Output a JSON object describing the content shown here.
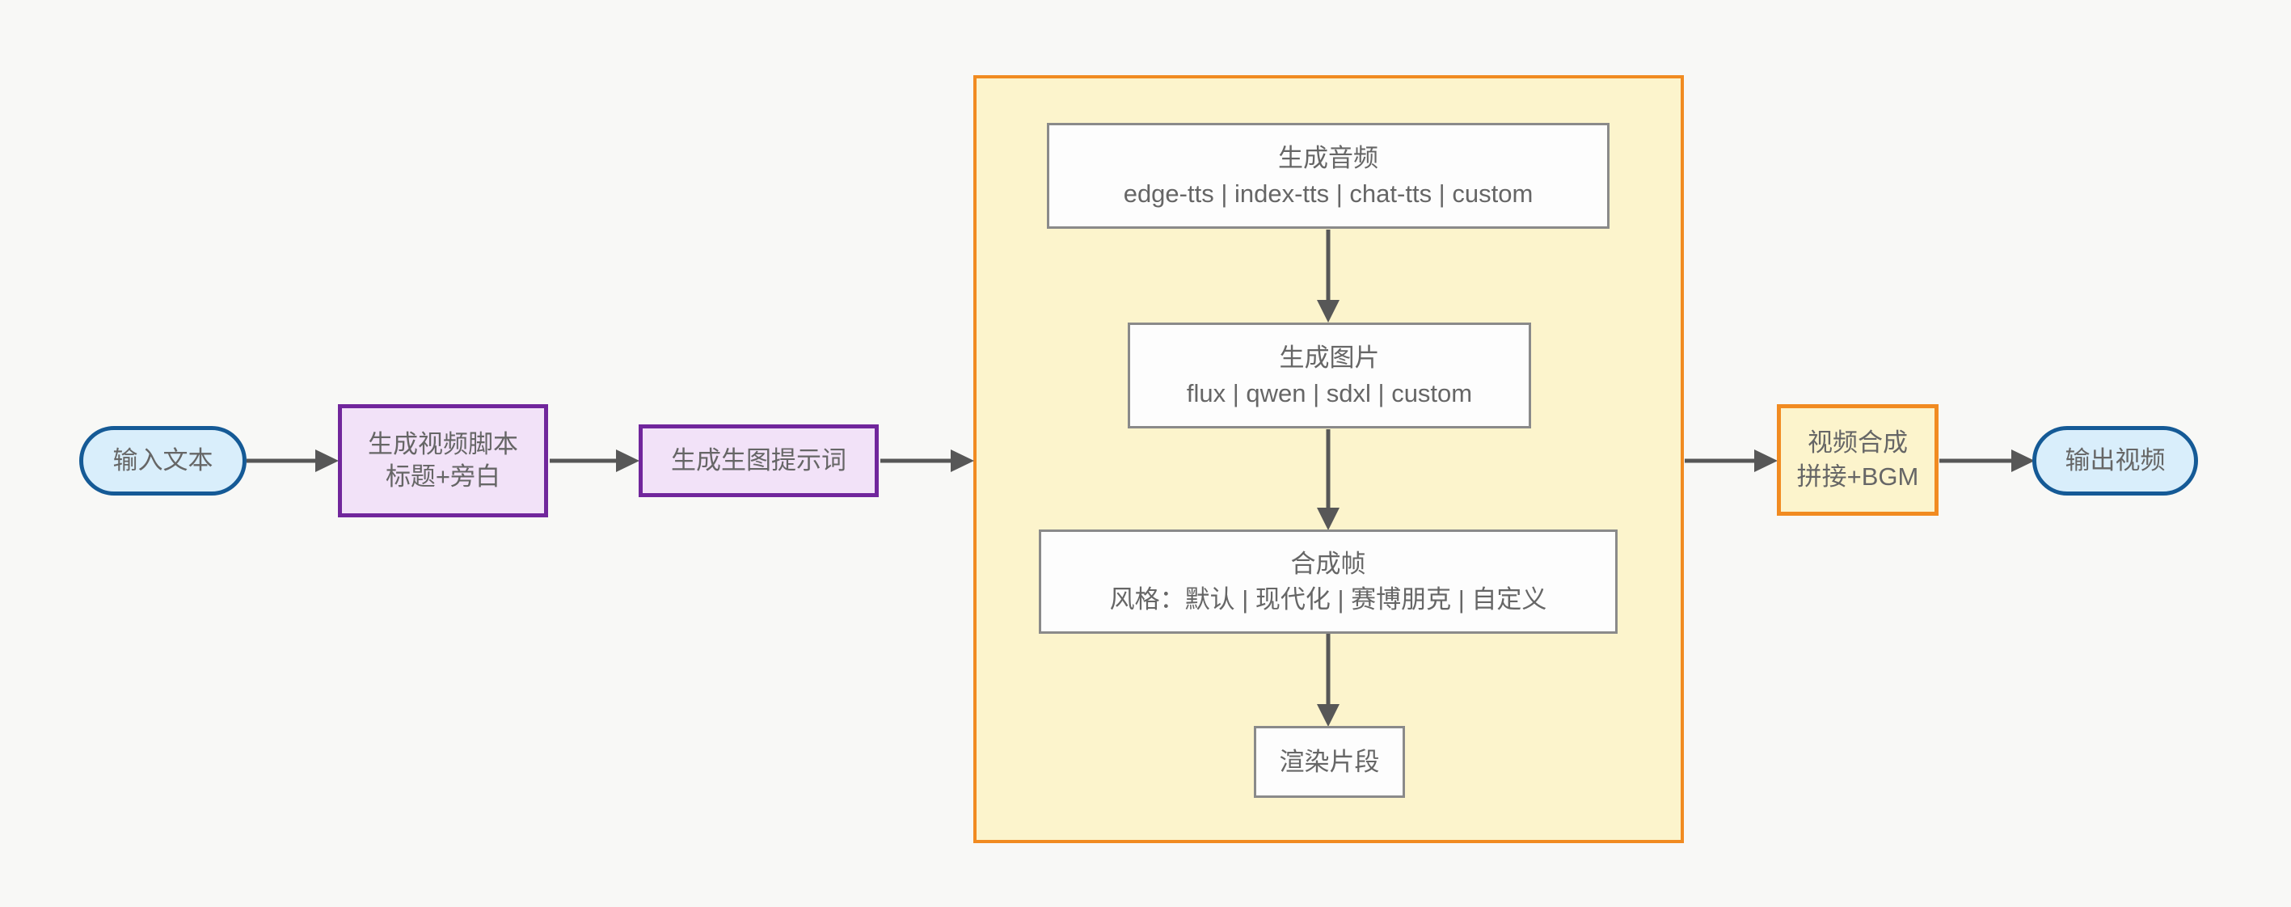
{
  "diagram": {
    "nodes": {
      "input": {
        "label": "输入文本"
      },
      "script": {
        "line1": "生成视频脚本",
        "line2": "标题+旁白"
      },
      "prompt": {
        "label": "生成生图提示词"
      },
      "audio": {
        "title": "生成音频",
        "options": "edge-tts | index-tts | chat-tts | custom"
      },
      "image": {
        "title": "生成图片",
        "options": "flux | qwen | sdxl | custom"
      },
      "frame": {
        "title": "合成帧",
        "options": "风格：默认 | 现代化 | 赛博朋克 | 自定义"
      },
      "render": {
        "label": "渲染片段"
      },
      "compose": {
        "line1": "视频合成",
        "line2": "拼接+BGM"
      },
      "output": {
        "label": "输出视频"
      }
    },
    "colors": {
      "background": "#f8f8f6",
      "terminal_fill": "#d9eefb",
      "terminal_border": "#155a96",
      "process_fill": "#f2e2f8",
      "process_border": "#71269c",
      "container_fill": "#fcf4cc",
      "container_border": "#f18b21",
      "step_fill": "#fdfdfd",
      "step_border": "#8a8a8a",
      "arrow": "#575757",
      "text": "#666666"
    }
  }
}
